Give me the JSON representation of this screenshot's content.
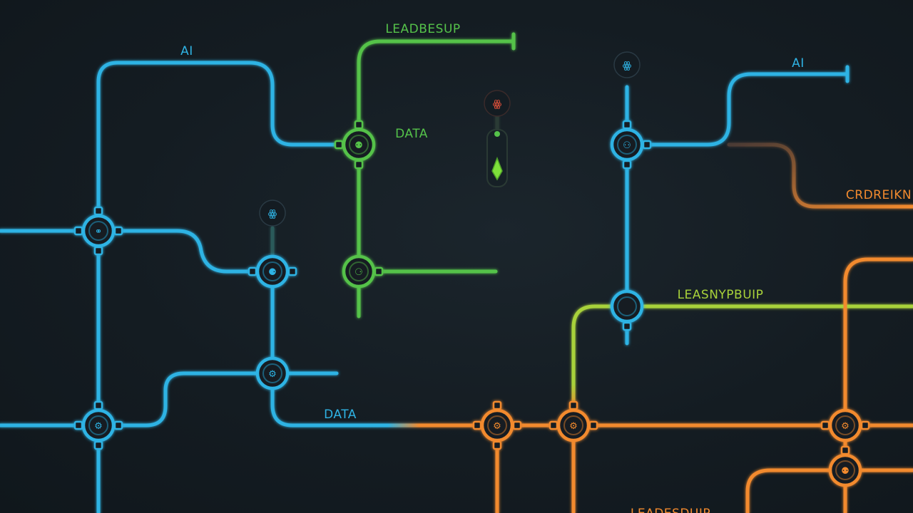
{
  "colors": {
    "background": "#131b21",
    "blue": "#2fb3e4",
    "green": "#55c24a",
    "lime": "#a8d23a",
    "orange": "#f28a2e",
    "red": "#e0503a",
    "brown": "#6a4a3a"
  },
  "labels": {
    "ai_left": "AI",
    "ai_right": "AI",
    "leadership_top": "LEADBESUP",
    "data_center": "DATA",
    "data_bottom": "DATA",
    "leadership_mid": "LEASNYPBUIP",
    "ordering_right": "CRDREIKN",
    "leadership_bottom": "LEADESDUIP"
  },
  "node_glyphs": {
    "n1": "⚭",
    "n2": "⚙",
    "n3": "⚉",
    "n4": "⚇",
    "n5": "⚈",
    "n6": "⚆",
    "n7": "⚙",
    "n8": "",
    "n9": "⚙",
    "n10": "⚙",
    "n11": "⚙",
    "n12": "⚉",
    "n13": "⚙",
    "n14": "⚇"
  },
  "small_icons": {
    "top_center_red": "ꙮ",
    "top_right_blue": "ꙮ",
    "mid_left_blue": "ꙮ"
  }
}
